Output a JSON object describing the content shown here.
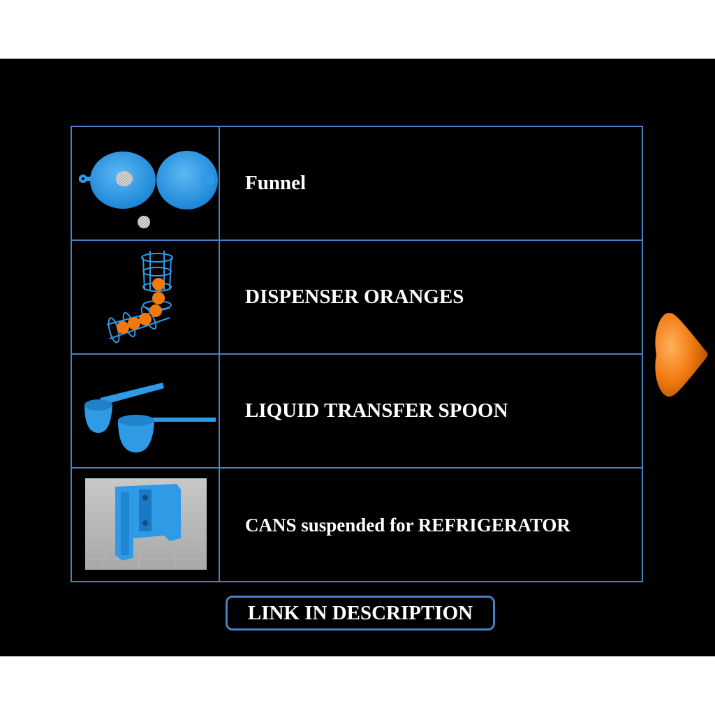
{
  "rows": [
    {
      "label": "Funnel",
      "icon": "funnel-model-icon"
    },
    {
      "label": "DISPENSER ORANGES",
      "icon": "orange-dispenser-model-icon"
    },
    {
      "label": "LIQUID TRANSFER SPOON",
      "icon": "liquid-spoon-model-icon"
    },
    {
      "label": "CANS suspended for REFRIGERATOR",
      "icon": "can-holder-model-icon"
    }
  ],
  "link_button": {
    "label": "LINK IN DESCRIPTION"
  },
  "next_button": {
    "icon": "orange-arrow-right-icon"
  },
  "colors": {
    "background": "#000000",
    "grid_border": "#4a7fc6",
    "model_blue": "#2f9ae6",
    "orange": "#f07a10",
    "text": "#ffffff"
  }
}
